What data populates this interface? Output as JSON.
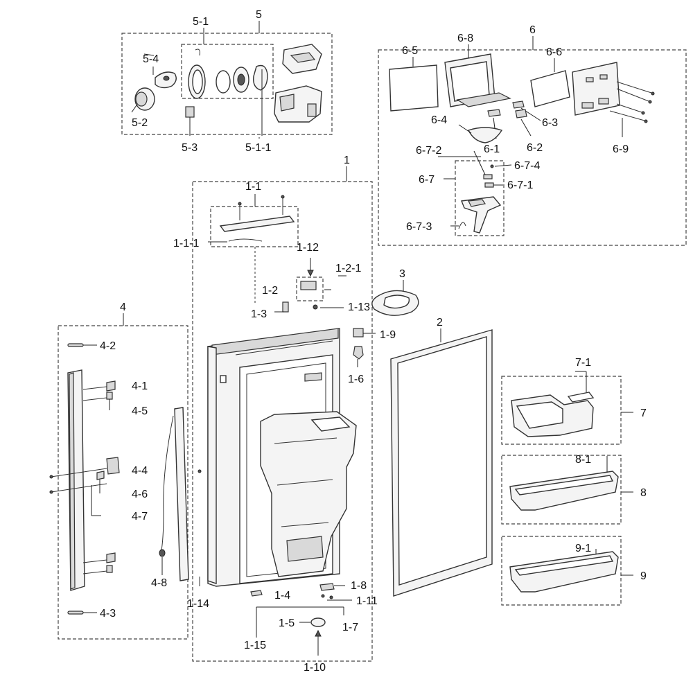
{
  "labels": {
    "g5": "5",
    "p5_1": "5-1",
    "p5_4": "5-4",
    "p5_2": "5-2",
    "p5_3": "5-3",
    "p5_1_1": "5-1-1",
    "g6": "6",
    "p6_5": "6-5",
    "p6_8": "6-8",
    "p6_6": "6-6",
    "p6_4": "6-4",
    "p6_3": "6-3",
    "p6_1": "6-1",
    "p6_2": "6-2",
    "p6_9": "6-9",
    "p6_7_2": "6-7-2",
    "p6_7_4": "6-7-4",
    "p6_7": "6-7",
    "p6_7_1": "6-7-1",
    "p6_7_3": "6-7-3",
    "g1": "1",
    "p1_1": "1-1",
    "p1_1_1": "1-1-1",
    "p1_12": "1-12",
    "p1_2_1": "1-2-1",
    "p1_2": "1-2",
    "p1_3": "1-3",
    "p1_13": "1-13",
    "p1_9": "1-9",
    "p1_6": "1-6",
    "p1_8": "1-8",
    "p1_4": "1-4",
    "p1_11": "1-11",
    "p1_14": "1-14",
    "p1_5": "1-5",
    "p1_7": "1-7",
    "p1_15": "1-15",
    "p1_10": "1-10",
    "g3": "3",
    "g2": "2",
    "g4": "4",
    "p4_2": "4-2",
    "p4_1": "4-1",
    "p4_5": "4-5",
    "p4_4": "4-4",
    "p4_6": "4-6",
    "p4_7": "4-7",
    "p4_8": "4-8",
    "p4_3": "4-3",
    "g7": "7",
    "p7_1": "7-1",
    "g8": "8",
    "p8_1": "8-1",
    "g9": "9",
    "p9_1": "9-1"
  }
}
